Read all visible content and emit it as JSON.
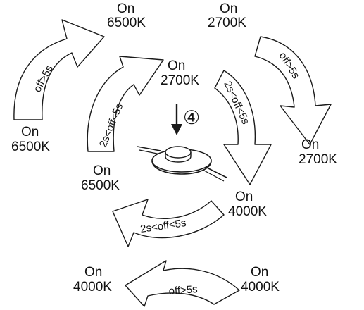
{
  "labels": {
    "top_left_state": [
      "On",
      "6500K"
    ],
    "top_right_state": [
      "On",
      "2700K"
    ],
    "outer_left_state": [
      "On",
      "6500K"
    ],
    "outer_right_state": [
      "On",
      "2700K"
    ],
    "inner_top_state": [
      "On",
      "2700K"
    ],
    "inner_left_state": [
      "On",
      "6500K"
    ],
    "inner_right_state": [
      "On",
      "4000K"
    ],
    "bottom_left_state": [
      "On",
      "4000K"
    ],
    "bottom_right_state": [
      "On",
      "4000K"
    ],
    "step_marker": "④"
  },
  "arrows": {
    "outer_top_left": "off>5s",
    "outer_top_right": "off>5s",
    "inner_left": "2s<off<5s",
    "inner_right": "2s<off<5s",
    "inner_bottom": "2s<off<5s",
    "outer_bottom": "off>5s"
  },
  "colors": {
    "line": "#1a1a1a",
    "fill": "#ffffff"
  }
}
